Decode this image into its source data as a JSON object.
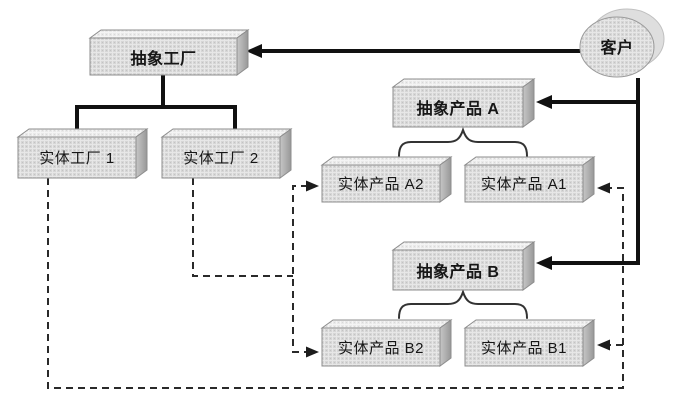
{
  "diagram_type": "abstract-factory-pattern",
  "nodes": {
    "client": {
      "label": "客户",
      "shape": "ellipse"
    },
    "abstract_factory": {
      "label": "抽象工厂",
      "shape": "box3d"
    },
    "concrete_factory_1": {
      "label": "实体工厂 1",
      "shape": "box3d"
    },
    "concrete_factory_2": {
      "label": "实体工厂 2",
      "shape": "box3d"
    },
    "abstract_product_a": {
      "label": "抽象产品 A",
      "shape": "box3d"
    },
    "concrete_product_a2": {
      "label": "实体产品 A2",
      "shape": "box3d"
    },
    "concrete_product_a1": {
      "label": "实体产品 A1",
      "shape": "box3d"
    },
    "abstract_product_b": {
      "label": "抽象产品 B",
      "shape": "box3d"
    },
    "concrete_product_b2": {
      "label": "实体产品 B2",
      "shape": "box3d"
    },
    "concrete_product_b1": {
      "label": "实体产品 B1",
      "shape": "box3d"
    }
  },
  "edges": [
    {
      "from": "client",
      "to": "abstract_factory",
      "style": "solid-arrow"
    },
    {
      "from": "client",
      "to": "abstract_product_a",
      "style": "solid-arrow"
    },
    {
      "from": "client",
      "to": "abstract_product_b",
      "style": "solid-arrow"
    },
    {
      "from": "abstract_factory",
      "to": "concrete_factory_1",
      "style": "solid-tree"
    },
    {
      "from": "abstract_factory",
      "to": "concrete_factory_2",
      "style": "solid-tree"
    },
    {
      "from": "abstract_product_a",
      "to": "concrete_product_a2",
      "style": "brace"
    },
    {
      "from": "abstract_product_a",
      "to": "concrete_product_a1",
      "style": "brace"
    },
    {
      "from": "abstract_product_b",
      "to": "concrete_product_b2",
      "style": "brace"
    },
    {
      "from": "abstract_product_b",
      "to": "concrete_product_b1",
      "style": "brace"
    },
    {
      "from": "concrete_factory_2",
      "to": "concrete_product_a2",
      "style": "dashed-arrow"
    },
    {
      "from": "concrete_factory_2",
      "to": "concrete_product_b2",
      "style": "dashed-arrow"
    },
    {
      "from": "concrete_factory_1",
      "to": "concrete_product_a1",
      "style": "dashed-arrow"
    },
    {
      "from": "concrete_factory_1",
      "to": "concrete_product_b1",
      "style": "dashed-arrow"
    }
  ],
  "colors": {
    "background": "#ffffff",
    "box_front": "#d6d6d6",
    "box_top": "#e9e9e9",
    "box_side_dark": "#9b9b9b",
    "box_border": "#8d8d8d",
    "solid_line": "#111111",
    "dashed_line": "#2a2a2a",
    "text": "#161616"
  }
}
